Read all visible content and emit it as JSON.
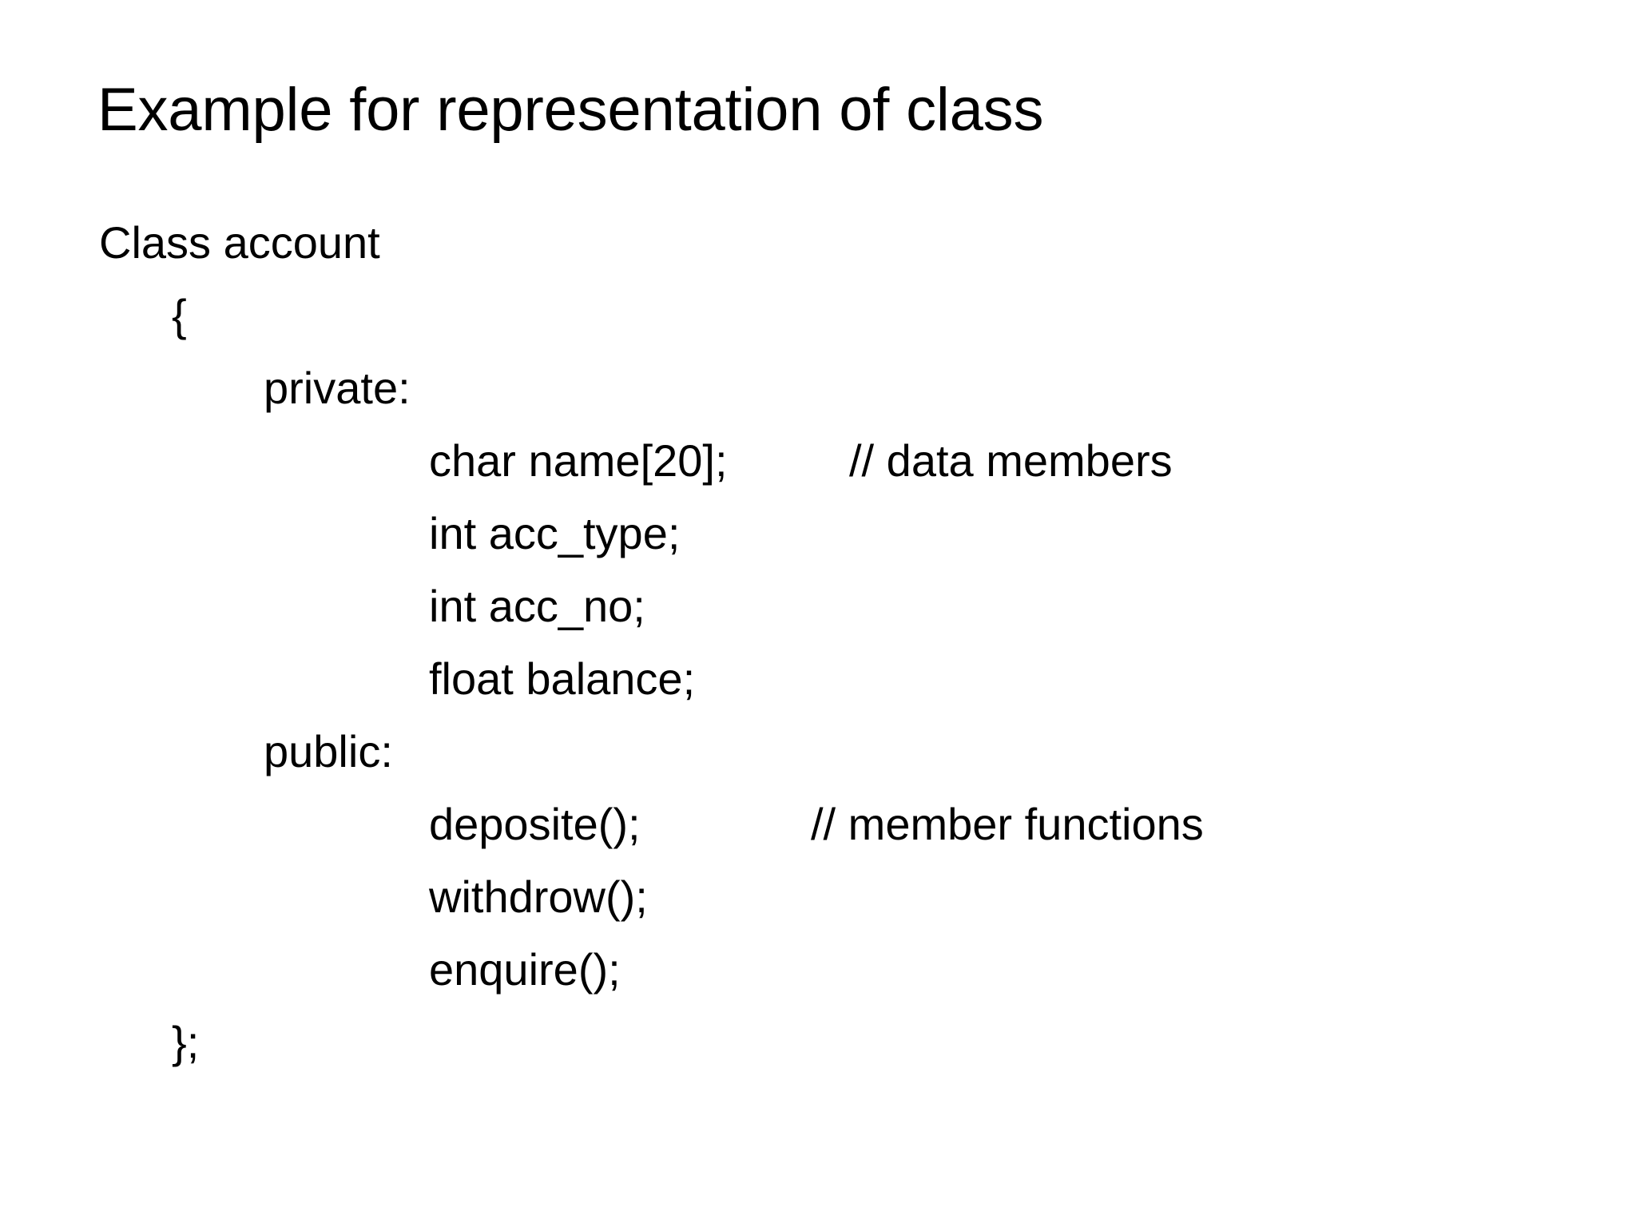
{
  "slide": {
    "title": "Example for representation of class",
    "background_color": "#ffffff",
    "text_color": "#000000",
    "code_lines": [
      {
        "indent": 0,
        "text": "Class account",
        "comment": ""
      },
      {
        "indent": 1,
        "text": "{",
        "comment": ""
      },
      {
        "indent": 2,
        "text": "private:",
        "comment": ""
      },
      {
        "indent": 3,
        "text": "char name[20];",
        "comment": "// data members"
      },
      {
        "indent": 3,
        "text": "int acc_type;",
        "comment": ""
      },
      {
        "indent": 3,
        "text": "int acc_no;",
        "comment": ""
      },
      {
        "indent": 3,
        "text": "float balance;",
        "comment": ""
      },
      {
        "indent": 2,
        "text": "public:",
        "comment": ""
      },
      {
        "indent": 3,
        "text": "deposite();",
        "comment": "// member functions"
      },
      {
        "indent": 3,
        "text": "withdrow();",
        "comment": ""
      },
      {
        "indent": 3,
        "text": "enquire();",
        "comment": ""
      },
      {
        "indent": 1,
        "text": "};",
        "comment": ""
      }
    ]
  }
}
